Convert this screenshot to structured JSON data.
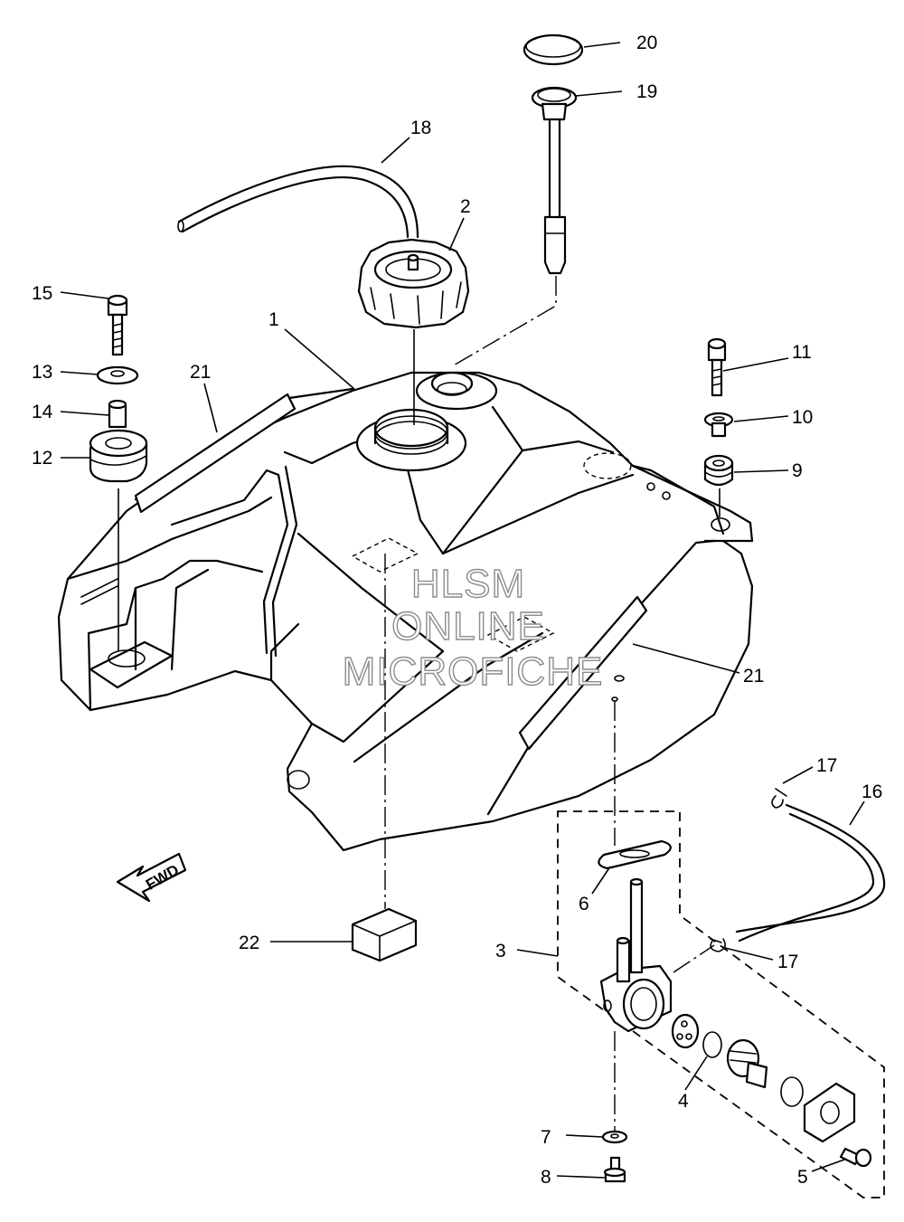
{
  "callouts": {
    "c1": "1",
    "c2": "2",
    "c3": "3",
    "c4": "4",
    "c5": "5",
    "c6": "6",
    "c7": "7",
    "c8": "8",
    "c9": "9",
    "c10": "10",
    "c11": "11",
    "c12": "12",
    "c13": "13",
    "c14": "14",
    "c15": "15",
    "c16": "16",
    "c17a": "17",
    "c17b": "17",
    "c18": "18",
    "c19": "19",
    "c20": "20",
    "c21a": "21",
    "c21b": "21",
    "c22": "22"
  },
  "watermark": {
    "line1": "HLSM",
    "line2": "ONLINE",
    "line3": "MICROFICHE"
  },
  "fwd_arrow": {
    "label": "FWD"
  }
}
